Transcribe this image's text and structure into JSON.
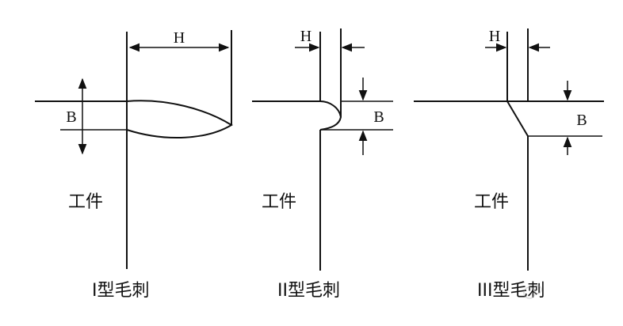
{
  "diagrams": [
    {
      "dimension_h": "H",
      "dimension_b": "B",
      "part_label": "工件",
      "caption": "I型毛刺"
    },
    {
      "dimension_h": "H",
      "dimension_b": "B",
      "part_label": "工件",
      "caption": "II型毛刺"
    },
    {
      "dimension_h": "H",
      "dimension_b": "B",
      "part_label": "工件",
      "caption": "III型毛刺"
    }
  ],
  "colors": {
    "stroke": "#111111",
    "background": "#ffffff"
  }
}
